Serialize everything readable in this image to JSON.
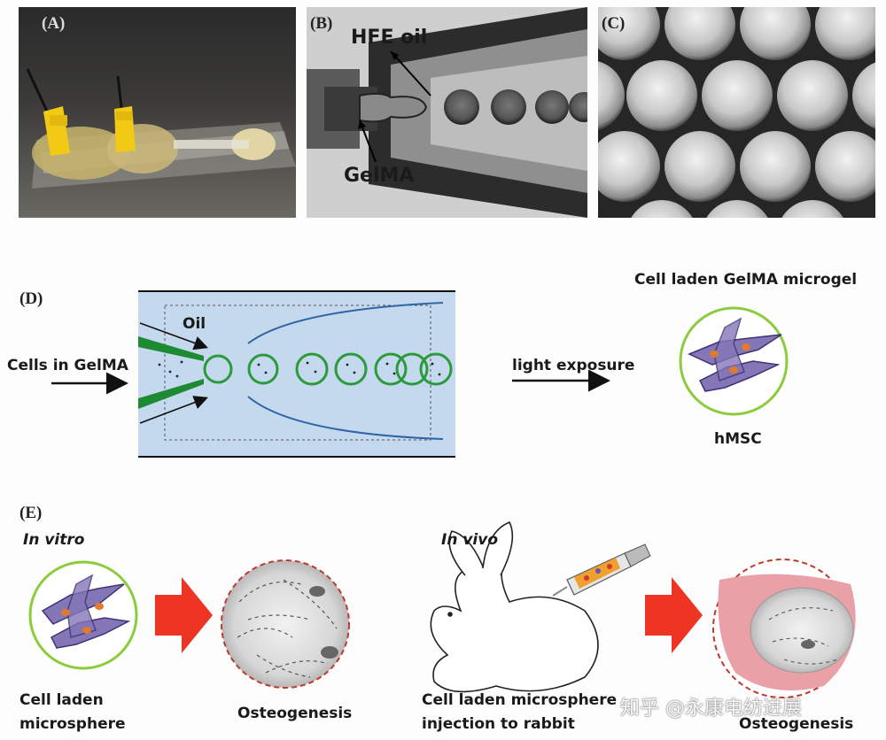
{
  "panels": {
    "a": {
      "label": "(A)"
    },
    "b": {
      "label": "(B)",
      "hfe_oil": "HFE oil",
      "gelma": "GelMA"
    },
    "c": {
      "label": "(C)"
    },
    "d": {
      "label": "(D)",
      "oil": "Oil",
      "cells_in_gelma": "Cells in GelMA",
      "light_exposure": "light exposure",
      "microgel_title": "Cell laden GelMA microgel",
      "hmsc": "hMSC"
    },
    "e": {
      "label": "(E)",
      "in_vitro": "In vitro",
      "in_vivo": "In vivo",
      "microsphere_line1": "Cell laden",
      "microsphere_line2": "microsphere",
      "osteo_left": "Osteogenesis",
      "injection_line1": "Cell laden microsphere",
      "injection_line2": "injection to rabbit",
      "osteo_right": "Osteogenesis"
    }
  },
  "watermark": "知乎 @永康电纺进展",
  "colors": {
    "microgel_ring": "#2a9a3a",
    "channel_fill": "#c5d9ee",
    "arrow_red": "#ee3524",
    "sphere_ring": "#8ccc3c"
  }
}
